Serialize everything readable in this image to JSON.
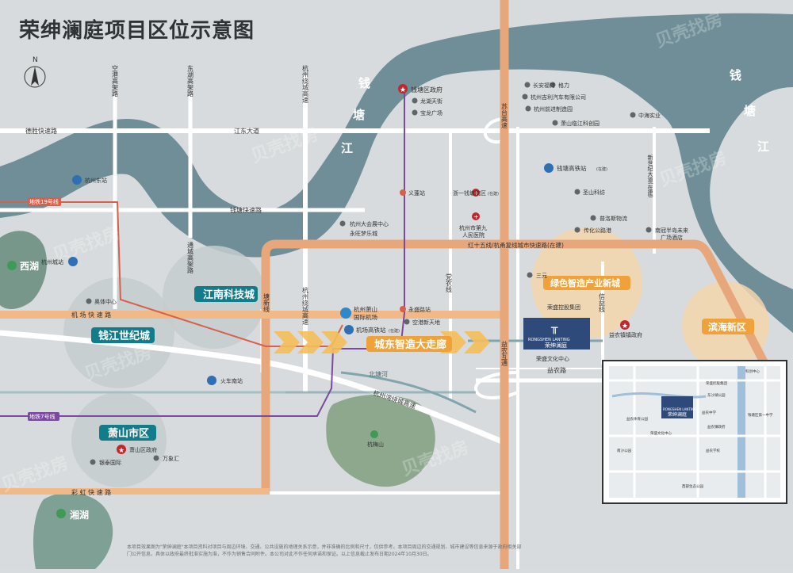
{
  "title": "荣绅澜庭项目区位示意图",
  "north_label": "N",
  "watermark": "贝壳找房",
  "river_label": [
    "钱",
    "塘",
    "江"
  ],
  "river_label_east": [
    "钱",
    "塘",
    "江"
  ],
  "roads": {
    "desheng": "德胜快速路",
    "jiangdong": "江东大道",
    "qiantang_express": "钱塘快速路",
    "jichang": "机 场 快 速 路",
    "caihong": "彩 虹 快 速 路",
    "hanghu": "杭州湾绕城高速",
    "yinong": "益农路",
    "ring15": "红十五线/杭甬复线城市快速路(在建)",
    "kongjiang": "空港高架路",
    "dongjiang": "东湖高架路",
    "hzraocheng_v": "杭州绕城高速",
    "tongcheng": "通城高架路",
    "xintang": "塘新线",
    "hzrao2": "杭州绕城高速",
    "dangnong": "党农线",
    "yinong_v": "信益线",
    "sugao": "苏台高速",
    "yinong_hutong": "益农互通",
    "xinshiji": "新世纪大道(在建)",
    "beihe": "北塘河"
  },
  "metro": {
    "line19": "地铁19号线",
    "line7": "地铁7号线"
  },
  "zones": {
    "jiangnan_tech": "江南科技城",
    "qianjiang_century": "钱江世纪城",
    "xiaoshan_city": "萧山市区",
    "green_industry": "绿色智造产业新城",
    "binhai": "滨海新区",
    "corridor": "城东智造大走廊"
  },
  "pois": {
    "qiantang_gov": "钱塘区政府",
    "longhu": "龙湖天街",
    "baolong": "宝龙广场",
    "changan": "长安福特",
    "geli": "格力",
    "jili": "杭州吉利汽车有限公司",
    "yanjia": "杭州前进制造园",
    "xiaoshan_linjiang": "萧山临江科创园",
    "zhonghang": "中海实业",
    "qiantang_rail": "钱塘高铁站",
    "rail_sub": "(在建)",
    "yiyun": "义蓬站",
    "first_hospital": "浙一钱塘院区",
    "first_hospital_sub": "(在建)",
    "ninth_hospital_1": "杭州市第九",
    "ninth_hospital_2": "人民医院",
    "shengshan": "圣山科纺",
    "big_theatre": "杭州大会展中心",
    "yongwang": "永旺梦乐城",
    "pushang": "普洛斯物流",
    "chuanhua": "传化公路港",
    "nanyan_1": "南冠半岛未来",
    "nanyan_2": "广场酒店",
    "hangzhou_east": "杭州东站",
    "west_lake": "西湖",
    "city_station": "杭州城站",
    "olympic": "奥体中心",
    "airport_1": "杭州萧山",
    "airport_2": "国际机场",
    "airport_rail": "机场高铁站",
    "airport_rail_sub": "(在建)",
    "yongsheng": "永盛路站",
    "airport_new": "空港新天地",
    "sanyuan": "三元",
    "rongsheng_ctrl": "荣盛控股集团",
    "yinong_gov": "益农镇镇政府",
    "rongsheng_culture": "荣盛文化中心",
    "huochenan": "火车南站",
    "xiaoshan_gov": "萧山区政府",
    "wanxianghui": "万象汇",
    "yinhai": "银泰国际",
    "hangmei_mountain": "杭梅山",
    "xiang_lake": "湘湖",
    "project_en": "RONGSHEN LANTING",
    "project_cn": "荣绅澜庭"
  },
  "inset": {
    "labels": [
      "益农体育公园",
      "东沙湖公园",
      "荣盛文化中心",
      "南沙公园",
      "益农中学",
      "益农镇政府",
      "科创中心",
      "荣盛控股集团",
      "益农学校",
      "西部生态公园",
      "钱塘区第一中学"
    ],
    "project_en": "RONGSHEN LANTING",
    "project_cn": "荣绅澜庭"
  },
  "footnote": "本项目效果图为\"荣绅澜庭\"本项目资料对项目与周边环境、交通、公共设施的地理关系示意，并非准确的比例和尺寸，仅供参考。本项目周边的交通规划、城市建设等信息来源于政府相关部门公开信息，具体以政府最终批准实施为准，不作为销售合同附件。本公司对此不作任何承诺和保证。以上信息截止发布日期2024年10月30日。",
  "colors": {
    "road_white": "#ffffff",
    "ring_orange": "#e8a77a",
    "metro_purple": "#7b4aa0",
    "metro_red": "#d8604a",
    "river": "#6f8e97",
    "zone_teal": "#137c8b",
    "zone_orange": "#f0a23a",
    "project_blue": "#2d4a7a",
    "label_red": "#c0282d"
  }
}
